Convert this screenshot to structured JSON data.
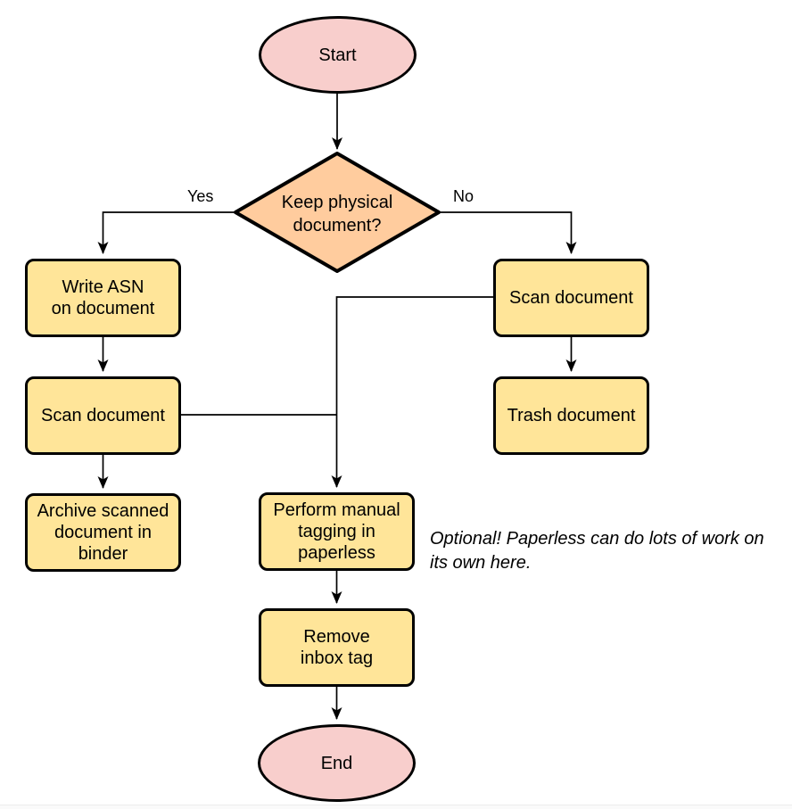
{
  "flowchart": {
    "nodes": {
      "start": {
        "label": "Start"
      },
      "decision": {
        "label": "Keep physical\ndocument?"
      },
      "write_asn": {
        "label": "Write ASN\non document"
      },
      "scan_left": {
        "label": "Scan document"
      },
      "archive": {
        "label": "Archive scanned\ndocument in\nbinder"
      },
      "scan_right": {
        "label": "Scan document"
      },
      "trash": {
        "label": "Trash document"
      },
      "tagging": {
        "label": "Perform manual\ntagging in\npaperless"
      },
      "remove_tag": {
        "label": "Remove\ninbox tag"
      },
      "end": {
        "label": "End"
      }
    },
    "edge_labels": {
      "yes": "Yes",
      "no": "No"
    },
    "annotation": "Optional! Paperless can do lots of work on\nits own here.",
    "colors": {
      "terminal_fill": "#F8CECC",
      "decision_fill": "#FFCC9E",
      "process_fill": "#FFE599",
      "stroke": "#000000",
      "connector": "#000000"
    }
  }
}
